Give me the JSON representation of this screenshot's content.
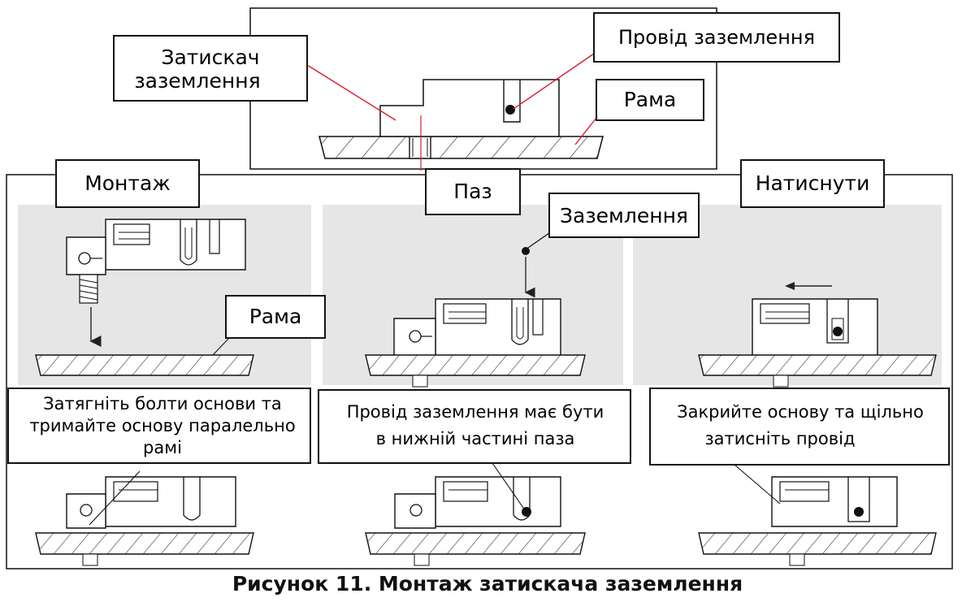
{
  "top_detail": {
    "clamp_label_line1": "Затискач",
    "clamp_label_line2": "заземлення",
    "wire_label": "Провід заземлення",
    "frame_label": "Рама"
  },
  "steps": [
    {
      "tab": "Монтаж",
      "note_lines": [
        "Затягніть болти основи та",
        "тримайте основу паралельно",
        "рамі"
      ]
    },
    {
      "tab": "Паз",
      "note_lines": [
        "Провід заземлення має бути",
        "в нижній частині паза"
      ]
    },
    {
      "tab": "Натиснути",
      "note_lines": [
        "Закрийте основу та щільно",
        "затисніть провід"
      ]
    }
  ],
  "callouts": {
    "frame_label": "Рама",
    "grounding_label": "Заземлення"
  },
  "caption": "Рисунок 11. Монтаж затискача заземлення",
  "colors": {
    "leader_red": "#d81e2a",
    "panel_gray": "#e6e6e6",
    "line": "#111111"
  }
}
